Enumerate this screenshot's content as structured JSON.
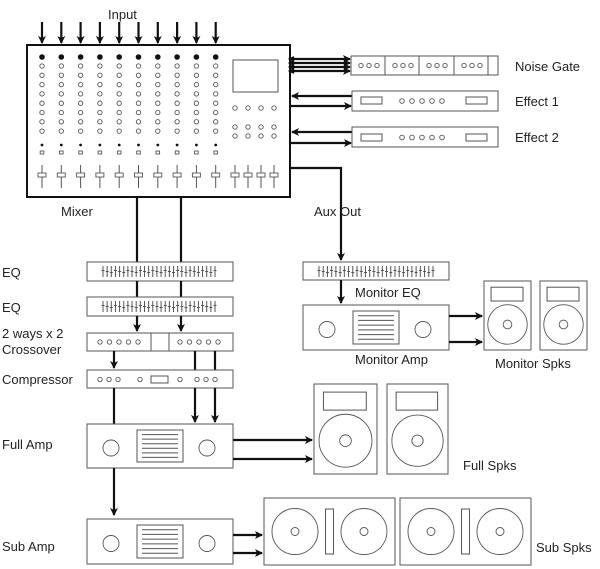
{
  "title": "Live sound system signal flow",
  "labels": {
    "input": "Input",
    "mixer": "Mixer",
    "noise_gate": "Noise Gate",
    "effect1": "Effect 1",
    "effect2": "Effect 2",
    "aux_out": "Aux Out",
    "eq1": "EQ",
    "eq2": "EQ",
    "crossover_line1": "2 ways x 2",
    "crossover_line2": "Crossover",
    "compressor": "Compressor",
    "full_amp": "Full Amp",
    "sub_amp": "Sub Amp",
    "monitor_eq": "Monitor EQ",
    "monitor_amp": "Monitor Amp",
    "monitor_spks": "Monitor Spks",
    "full_spks": "Full Spks",
    "sub_spks": "Sub Spks"
  },
  "mixer": {
    "input_channels": 10,
    "aux_faders": 4
  },
  "signal_flow": [
    {
      "from": "Input",
      "to": "Mixer"
    },
    {
      "from": "Mixer",
      "to": "Noise Gate",
      "bidirectional": true
    },
    {
      "from": "Mixer",
      "to": "Effect 1",
      "bidirectional": true
    },
    {
      "from": "Mixer",
      "to": "Effect 2",
      "bidirectional": true
    },
    {
      "from": "Mixer",
      "to": "EQ"
    },
    {
      "from": "EQ",
      "to": "EQ"
    },
    {
      "from": "EQ",
      "to": "2 ways x 2 Crossover"
    },
    {
      "from": "2 ways x 2 Crossover",
      "to": "Compressor"
    },
    {
      "from": "Compressor",
      "to": "Full Amp"
    },
    {
      "from": "Full Amp",
      "to": "Full Spks"
    },
    {
      "from": "Compressor",
      "to": "Sub Amp"
    },
    {
      "from": "Sub Amp",
      "to": "Sub Spks"
    },
    {
      "from": "Mixer (Aux Out)",
      "to": "Monitor EQ"
    },
    {
      "from": "Monitor EQ",
      "to": "Monitor Amp"
    },
    {
      "from": "Monitor Amp",
      "to": "Monitor Spks"
    }
  ]
}
